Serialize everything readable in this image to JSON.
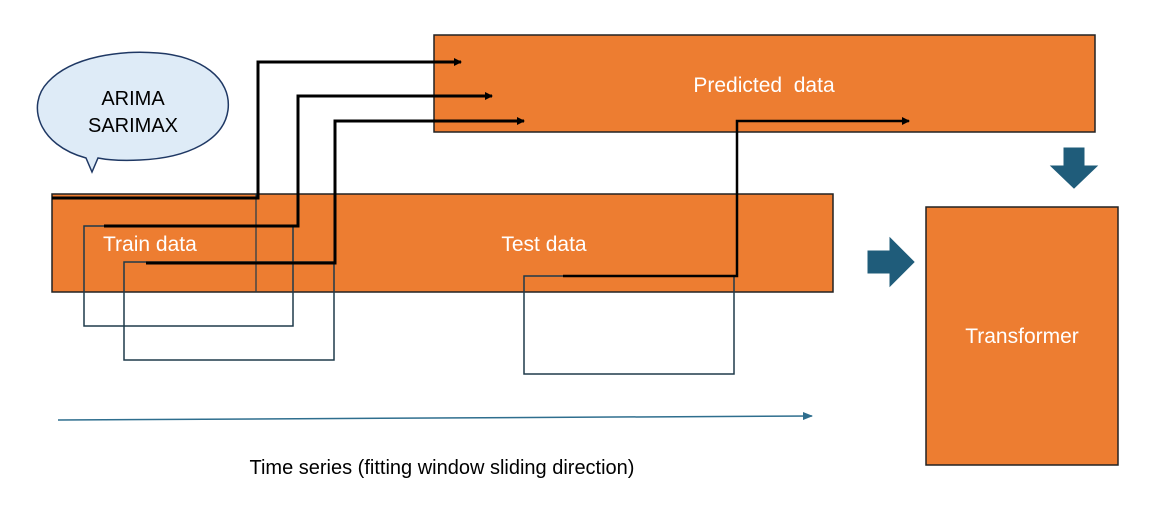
{
  "diagram": {
    "callout": {
      "line1": "ARIMA",
      "line2": "SARIMAX"
    },
    "predicted_label": "Predicted  data",
    "train_label": "Train data",
    "test_label": "Test data",
    "transformer_label": "Transformer",
    "time_axis_label": "Time series (fitting window sliding direction)",
    "colors": {
      "orange": "#ED7D31",
      "callout_fill": "#DEEBF7",
      "callout_stroke": "#1F3864",
      "arrow_blue": "#1F5C7A",
      "timeline": "#2E6E8E",
      "line": "#000000",
      "window_stroke": "#1F3A4A"
    }
  }
}
